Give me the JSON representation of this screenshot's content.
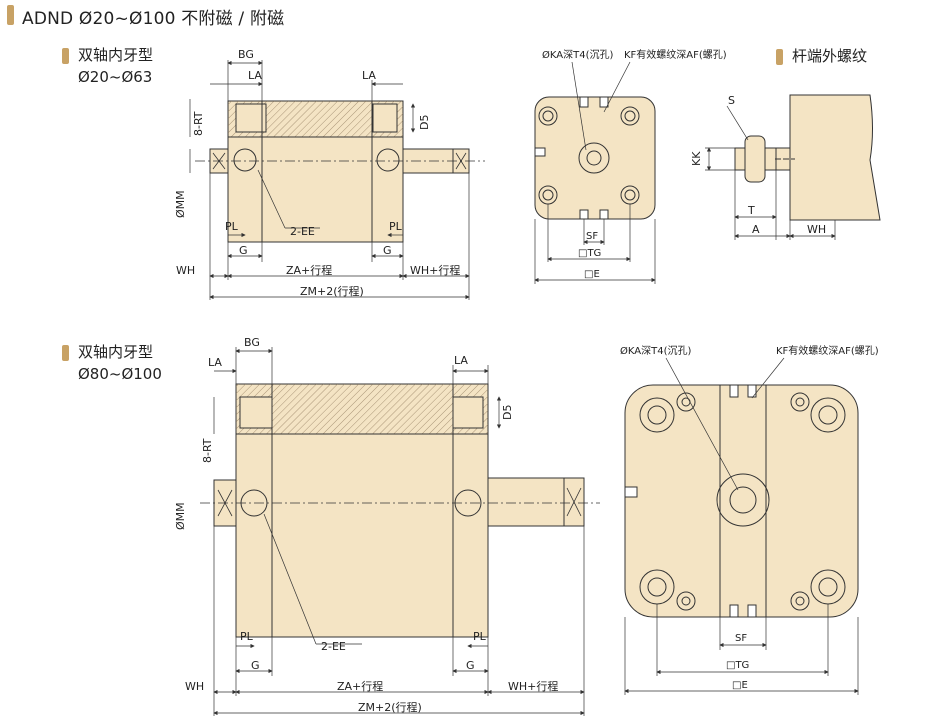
{
  "header": {
    "title": "ADND   Ø20~Ø100 不附磁 / 附磁"
  },
  "section1": {
    "line1": "双轴内牙型",
    "line2": "Ø20~Ø63"
  },
  "section2": {
    "line1": "双轴内牙型",
    "line2": "Ø80~Ø100"
  },
  "rod_section": {
    "title": "杆端外螺纹"
  },
  "labels_top": {
    "bg": "BG",
    "la_left": "LA",
    "la_right": "LA",
    "rt": "8-RT",
    "d5": "D5",
    "mm": "ØMM",
    "pl_left": "PL",
    "pl_right": "PL",
    "ee": "2-EE",
    "g_left": "G",
    "g_right": "G",
    "wh": "WH",
    "za": "ZA+行程",
    "wh_stroke": "WH+行程",
    "zm": "ZM+2(行程)"
  },
  "labels_end_small": {
    "ka": "ØKA深T4(沉孔)",
    "kf": "KF有效螺纹深AF(螺孔)",
    "sf": "SF",
    "tg": "□TG",
    "e": "□E"
  },
  "labels_rod": {
    "s": "S",
    "kk": "KK",
    "t": "T",
    "a": "A",
    "wh": "WH"
  },
  "labels_bottom": {
    "bg": "BG",
    "la_left": "LA",
    "la_right": "LA",
    "rt": "8-RT",
    "d5": "D5",
    "mm": "ØMM",
    "pl_left": "PL",
    "pl_right": "PL",
    "ee": "2-EE",
    "g_left": "G",
    "g_right": "G",
    "wh": "WH",
    "za": "ZA+行程",
    "wh_stroke": "WH+行程",
    "zm": "ZM+2(行程)"
  },
  "labels_end_large": {
    "ka": "ØKA深T4(沉孔)",
    "kf": "KF有效螺纹深AF(螺孔)",
    "sf": "SF",
    "tg": "□TG",
    "e": "□E"
  },
  "colors": {
    "body": "#f4e4c4",
    "line": "#333333",
    "accent": "#c8a265",
    "hatch": "#8a7355"
  }
}
